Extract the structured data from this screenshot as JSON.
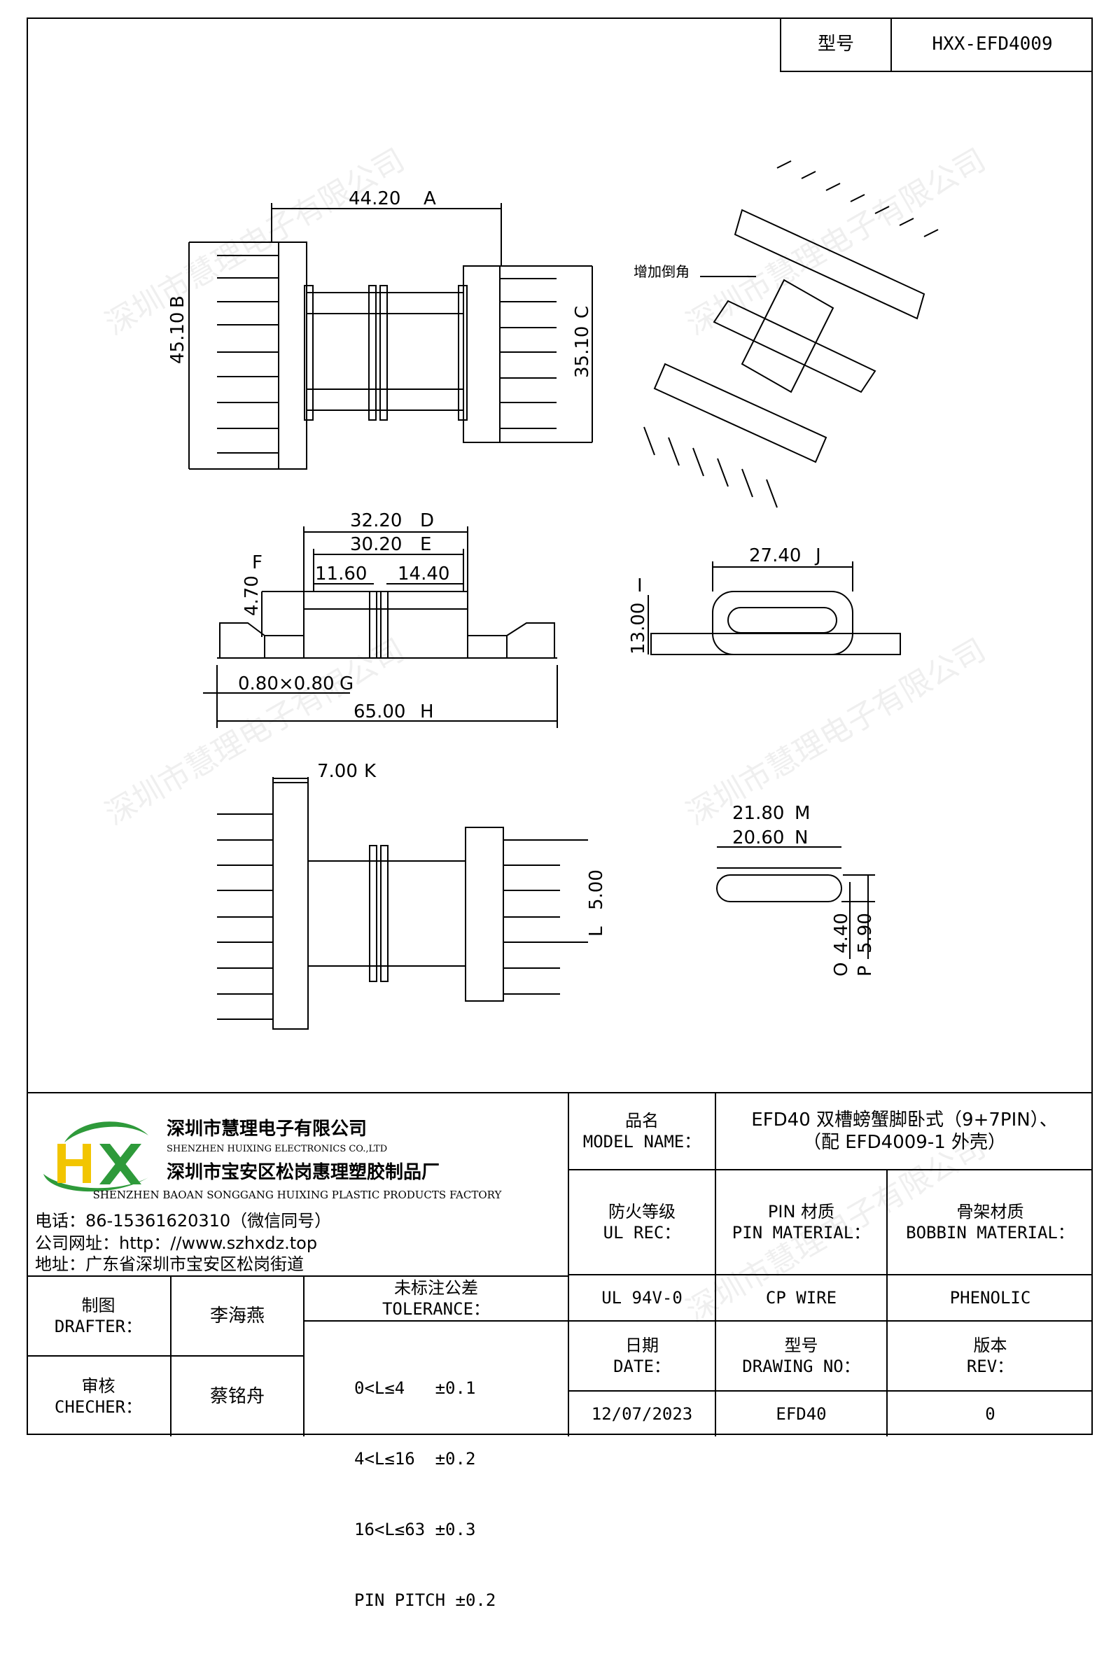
{
  "header": {
    "model_label": "型号",
    "model_value": "HXX-EFD4009"
  },
  "watermark": "深圳市慧理电子有限公司",
  "drawing": {
    "dim_A": "44.20",
    "tag_A": "A",
    "dim_B": "45.10",
    "tag_B": "B",
    "dim_C": "35.10",
    "tag_C": "C",
    "dim_D": "32.20",
    "tag_D": "D",
    "dim_E": "30.20",
    "tag_E": "E",
    "dim_F": "4.70",
    "tag_F": "F",
    "dim_116": "11.60",
    "dim_144": "14.40",
    "dim_G": "0.80×0.80",
    "tag_G": "G",
    "dim_H": "65.00",
    "tag_H": "H",
    "dim_I": "13.00",
    "tag_I": "I",
    "dim_J": "27.40",
    "tag_J": "J",
    "dim_K": "7.00",
    "tag_K": "K",
    "dim_L": "5.00",
    "tag_L": "L",
    "dim_M": "21.80",
    "tag_M": "M",
    "dim_N": "20.60",
    "tag_N": "N",
    "dim_O": "4.40",
    "tag_O": "O",
    "dim_P": "5.90",
    "tag_P": "P",
    "note_chamfer": "增加倒角"
  },
  "company": {
    "logo_text": "HX",
    "name_cn": "深圳市慧理电子有限公司",
    "name_en": "SHENZHEN HUIXING ELECTRONICS CO.,LTD",
    "factory_cn": "深圳市宝安区松岗惠理塑胶制品厂",
    "factory_en": "SHENZHEN BAOAN SONGGANG HUIXING PLASTIC PRODUCTS FACTORY",
    "phone": "电话：86-15361620310（微信同号）",
    "website": "公司网址：http：//www.szhxdz.top",
    "address": "地址：广东省深圳市宝安区松岗街道"
  },
  "title_block": {
    "model_name_cn": "品名",
    "model_name_en": "MODEL NAME：",
    "model_name_value_1": "EFD40 双槽螃蟹脚卧式（9+7PIN）、",
    "model_name_value_2": "（配 EFD4009-1 外壳）",
    "ul_cn": "防火等级",
    "ul_en": "UL REC：",
    "pin_cn": "PIN 材质",
    "pin_en": "PIN MATERIAL：",
    "bobbin_cn": "骨架材质",
    "bobbin_en": "BOBBIN MATERIAL：",
    "ul_value": "UL 94V-0",
    "pin_value": "CP WIRE",
    "bobbin_value": "PHENOLIC",
    "drafter_cn": "制图",
    "drafter_en": "DRAFTER：",
    "drafter_name": "李海燕",
    "checker_cn": "审核",
    "checker_en": "CHECHER：",
    "checker_name": "蔡铭舟",
    "tolerance_cn": "未标注公差",
    "tolerance_en": "TOLERANCE：",
    "tolerances": [
      "0<L≤4   ±0.1",
      "4<L≤16  ±0.2",
      "16<L≤63 ±0.3",
      "PIN PITCH ±0.2"
    ],
    "date_cn": "日期",
    "date_en": "DATE：",
    "date_value": "12/07/2023",
    "drawing_no_cn": "型号",
    "drawing_no_en": "DRAWING NO：",
    "drawing_no_value": "EFD40",
    "rev_cn": "版本",
    "rev_en": "REV：",
    "rev_value": "0"
  },
  "colors": {
    "logo_green": "#2e9a3a",
    "logo_yellow": "#f2c500"
  }
}
